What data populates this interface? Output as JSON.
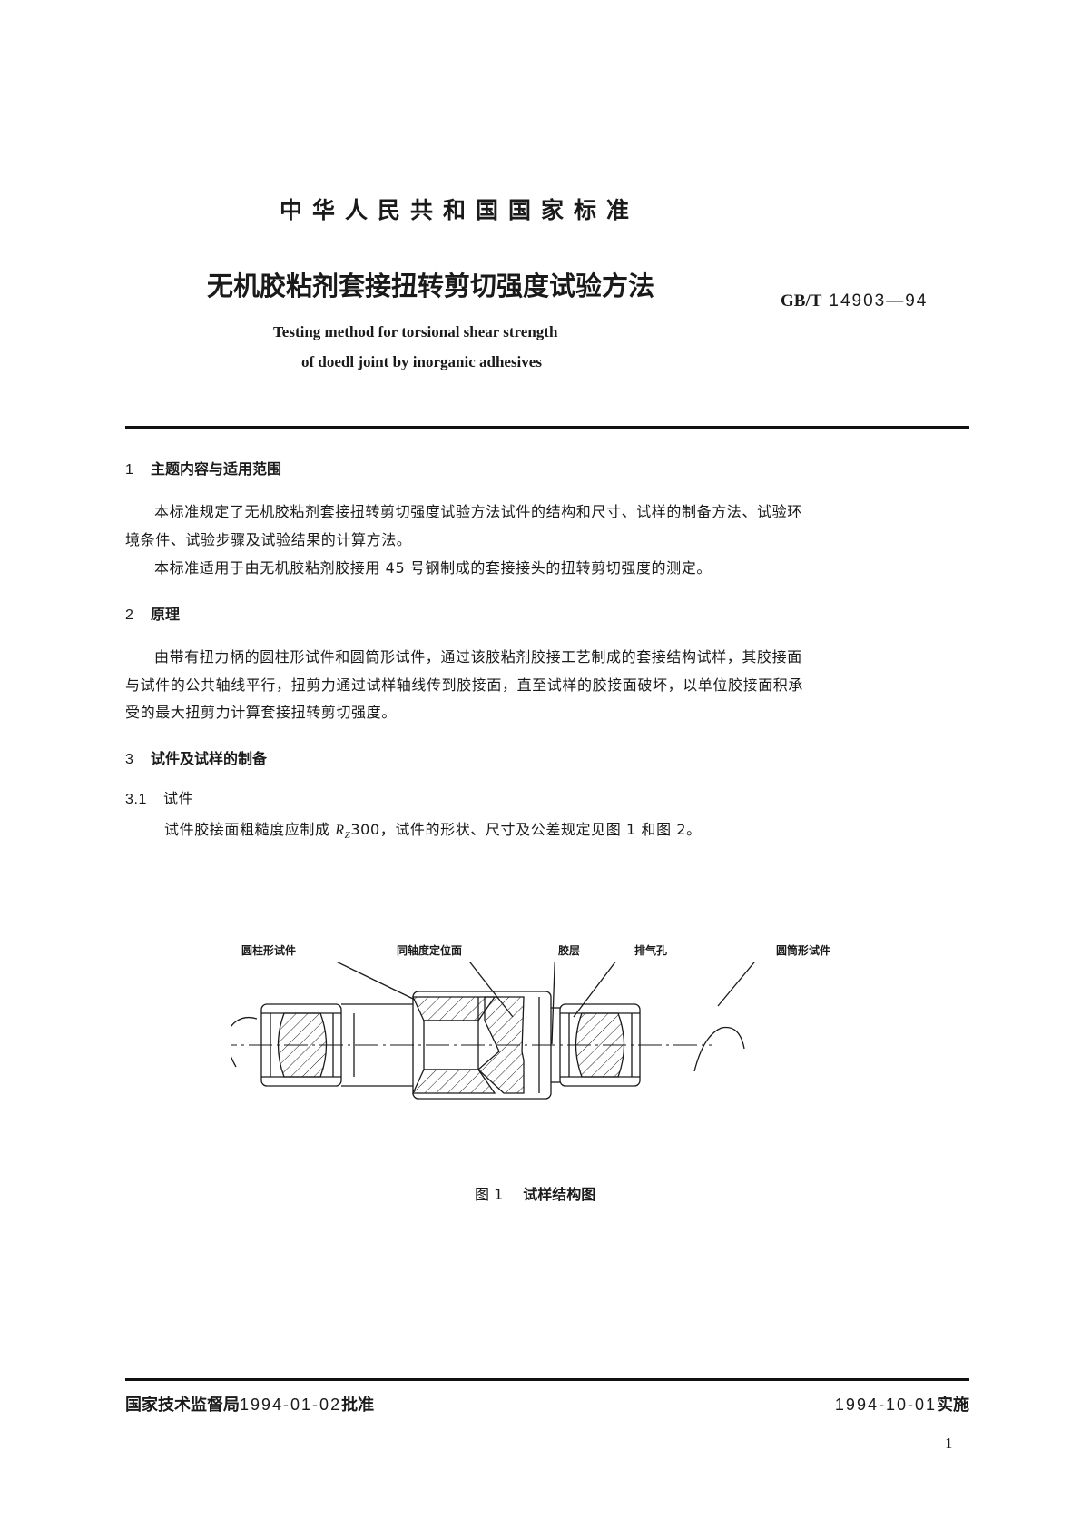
{
  "header": {
    "standard_name": "中华人民共和国国家标准",
    "title_cn": "无机胶粘剂套接扭转剪切强度试验方法",
    "code_prefix": "GB/T",
    "code_number": "14903—94",
    "title_en_line1": "Testing method for torsional shear strength",
    "title_en_line2": "of doedl joint by inorganic adhesives"
  },
  "sections": [
    {
      "number": "1",
      "heading": "主题内容与适用范围",
      "paragraphs": [
        {
          "line1": "本标准规定了无机胶粘剂套接扭转剪切强度试验方法试件的结构和尺寸、试样的制备方法、试验环",
          "line2": "境条件、试验步骤及试验结果的计算方法。"
        },
        {
          "line1": "本标准适用于由无机胶粘剂胶接用 45 号钢制成的套接接头的扭转剪切强度的测定。"
        }
      ]
    },
    {
      "number": "2",
      "heading": "原理",
      "paragraphs": [
        {
          "line1": "由带有扭力柄的圆柱形试件和圆筒形试件，通过该胶粘剂胶接工艺制成的套接结构试样，其胶接面",
          "line2": "与试件的公共轴线平行，扭剪力通过试样轴线传到胶接面，直至试样的胶接面破坏，以单位胶接面积承",
          "line3": "受的最大扭剪力计算套接扭转剪切强度。"
        }
      ]
    },
    {
      "number": "3",
      "heading": "试件及试样的制备",
      "subsections": [
        {
          "number": "3.1",
          "heading": "试件",
          "text_before": "试件胶接面粗糙度应制成 ",
          "roughness_symbol": "R",
          "roughness_sub": "Z",
          "text_after": "300，试件的形状、尺寸及公差规定见图 1 和图 2。"
        }
      ]
    }
  ],
  "figure": {
    "labels": {
      "cylinder_specimen": "圆柱形试件",
      "coaxial_locating_surface": "同轴度定位面",
      "adhesive_layer": "胶层",
      "vent_hole": "排气孔",
      "tube_specimen": "圆筒形试件"
    },
    "caption_number": "图 1",
    "caption_text": "试样结构图"
  },
  "footer": {
    "approval_org": "国家技术监督局",
    "approval_date": "1994-01-02",
    "approval_suffix": "批准",
    "effective_date": "1994-10-01",
    "effective_suffix": "实施",
    "page_number": "1"
  }
}
